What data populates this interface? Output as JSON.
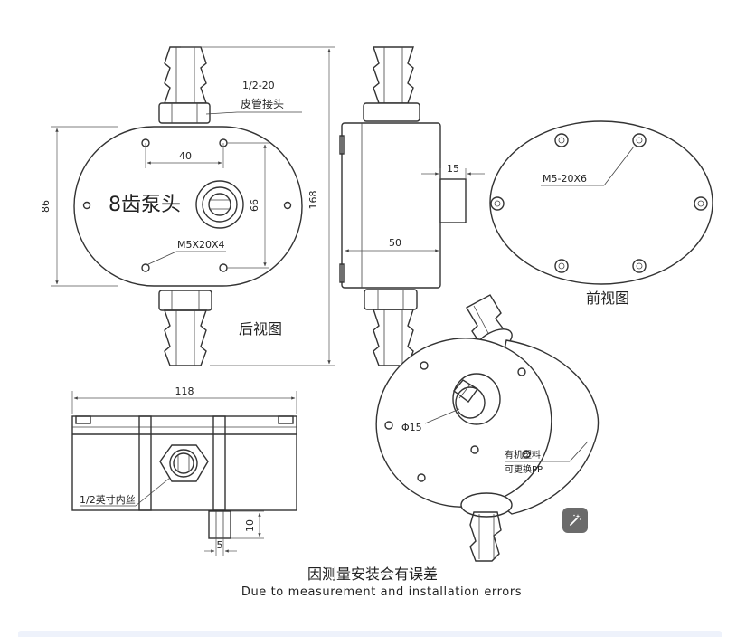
{
  "rear_view": {
    "fitting_spec": "1/2-20",
    "fitting_label": "皮管接头",
    "pump_title": "8齿泵头",
    "screw_label": "M5X20X4",
    "dim_width_40": "40",
    "dim_height_86": "86",
    "dim_hole_66": "66",
    "dim_total_168": "168",
    "caption": "后视图"
  },
  "side_view": {
    "dim_shaft_15": "15",
    "dim_depth_50": "50"
  },
  "front_view": {
    "screw_label": "M5-20X6",
    "caption": "前视图"
  },
  "bottom_view": {
    "dim_width_118": "118",
    "thread_label": "1/2英寸内丝",
    "dim_10": "10",
    "dim_5": "5"
  },
  "iso_view": {
    "shaft_dia": "Φ15",
    "material_line1": "有机塑料",
    "material_line2": "可更换PP"
  },
  "note": {
    "zh": "因测量安装会有误差",
    "en": "Due to measurement and installation errors"
  },
  "icons": {
    "magic": "magic-wand-icon"
  }
}
